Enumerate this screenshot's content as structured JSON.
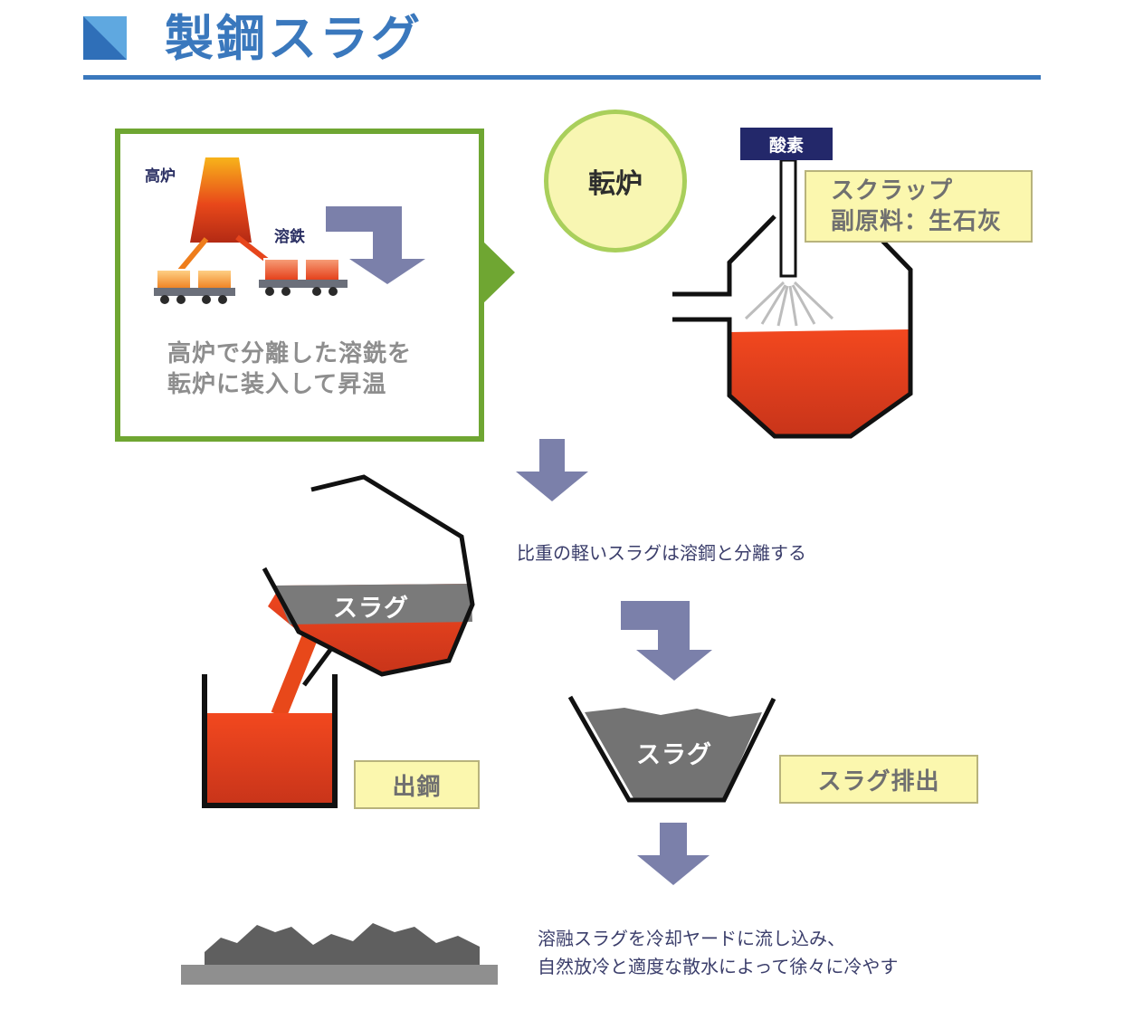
{
  "header": {
    "title": "製鋼スラグ",
    "accent_color": "#3a78bd"
  },
  "intro": {
    "blast_furnace_label": "高炉",
    "hot_metal_label": "溶鉄",
    "note_line1": "高炉で分離した溶銑を",
    "note_line2": "転炉に装入して昇温",
    "frame_color": "#6fa632"
  },
  "converter": {
    "label": "転炉",
    "oxygen_label": "酸素",
    "inputs_line1": "スクラップ",
    "inputs_line2": "副原料：生石灰"
  },
  "separation": {
    "text": "比重の軽いスラグは溶鋼と分離する",
    "slag_label": "スラグ",
    "tapping_label": "出鋼"
  },
  "discharge": {
    "slag_label": "スラグ",
    "label": "スラグ排出"
  },
  "cooling": {
    "line1": "溶融スラグを冷却ヤードに流し込み、",
    "line2": "自然放冷と適度な散水によって徐々に冷やす"
  },
  "icons": [
    "title-square-icon",
    "down-arrow-icon",
    "turn-arrow-icon",
    "blast-furnace-icon",
    "ladle-car-icon",
    "converter-vessel-icon",
    "ladle-icon",
    "slag-pot-icon",
    "slag-heap-icon"
  ]
}
